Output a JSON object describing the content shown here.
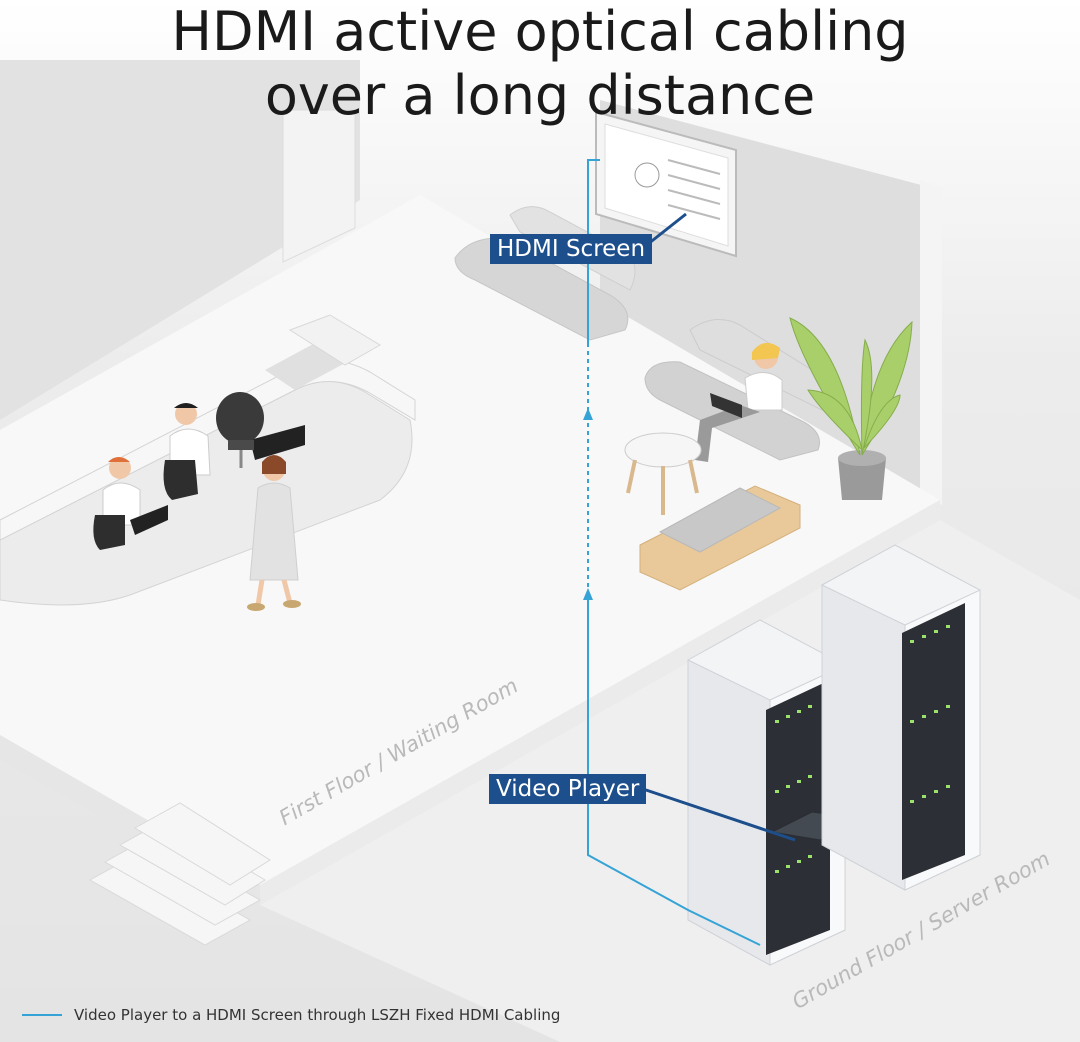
{
  "title": {
    "line1": "HDMI active optical cabling",
    "line2": "over a long distance"
  },
  "callouts": {
    "screen": "HDMI Screen",
    "player": "Video Player"
  },
  "floors": {
    "first": "First Floor / Waiting Room",
    "ground": "Ground Floor / Server Room"
  },
  "legend": {
    "text": "Video Player to a HDMI Screen through LSZH Fixed HDMI Cabling"
  },
  "colors": {
    "cable": "#35a3d6",
    "callout_bg": "#1d4f8c",
    "floor": "#f7f7f7",
    "wall": "#e6e6e6",
    "rack": "#f2f3f5",
    "led": "#9be26a"
  }
}
